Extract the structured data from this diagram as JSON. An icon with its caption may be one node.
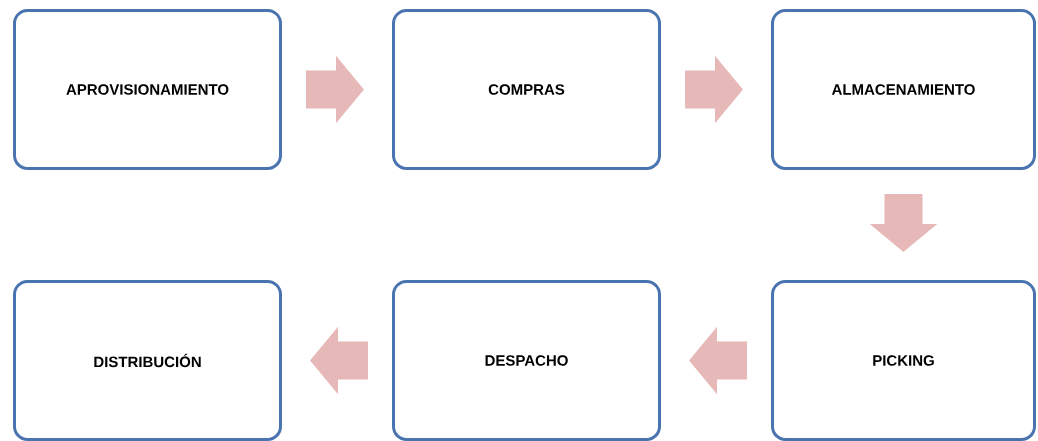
{
  "diagram": {
    "nodes": [
      {
        "text": [
          "APROVISIONAMIENTO"
        ]
      },
      {
        "text": [
          "COMPRAS"
        ]
      },
      {
        "text": [
          "ALMACENAMIENTO"
        ]
      },
      {
        "text": [
          "DISTRIBUCIÓN"
        ]
      },
      {
        "text": [
          "DESPACHO"
        ]
      },
      {
        "text": [
          "PICKING"
        ]
      }
    ],
    "edges": [
      {
        "from": 0,
        "to": 1,
        "arrow": "to"
      },
      {
        "from": 1,
        "to": 2,
        "arrow": "to"
      },
      {
        "from": 2,
        "to": 5,
        "arrow": "to"
      },
      {
        "from": 5,
        "to": 4,
        "arrow": "to"
      },
      {
        "from": 4,
        "to": 3,
        "arrow": "to"
      }
    ]
  }
}
